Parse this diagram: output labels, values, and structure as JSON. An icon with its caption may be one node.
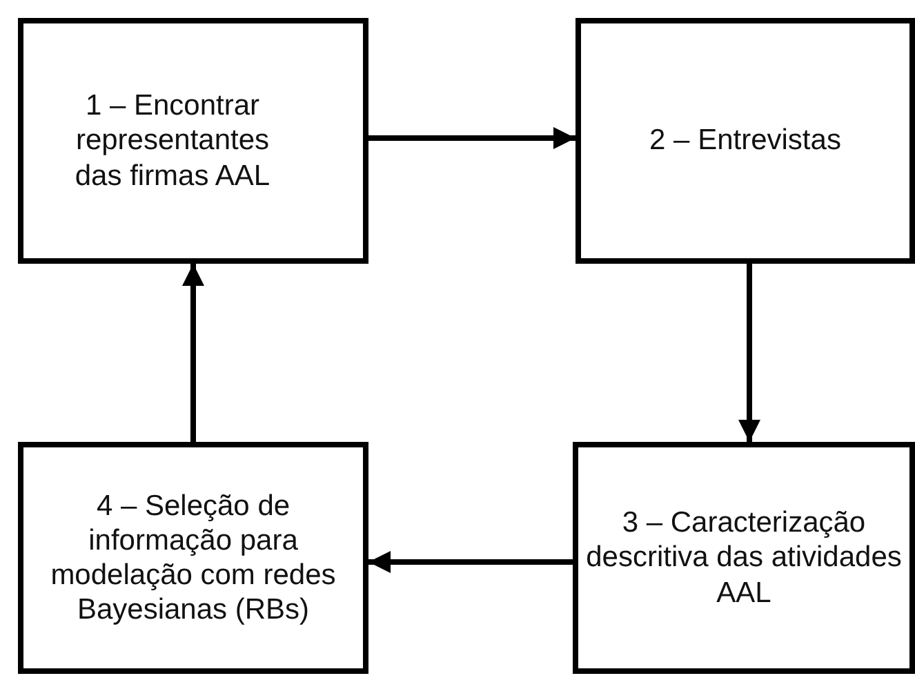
{
  "diagram": {
    "nodes": [
      {
        "text": [
          "1 – Encontrar representantes das firmas AAL"
        ]
      },
      {
        "text": [
          "2 – Entrevistas"
        ]
      },
      {
        "text": [
          "3 – Caracterização descritiva das atividades AAL"
        ]
      },
      {
        "text": [
          "4 – Seleção de informação para modelação com redes Bayesianas (RBs)"
        ]
      }
    ],
    "edges": [
      {
        "from": 0,
        "to": 1,
        "arrow": "to"
      },
      {
        "from": 1,
        "to": 2,
        "arrow": "to"
      },
      {
        "from": 2,
        "to": 3,
        "arrow": "to"
      },
      {
        "from": 3,
        "to": 0,
        "arrow": "to"
      }
    ]
  }
}
